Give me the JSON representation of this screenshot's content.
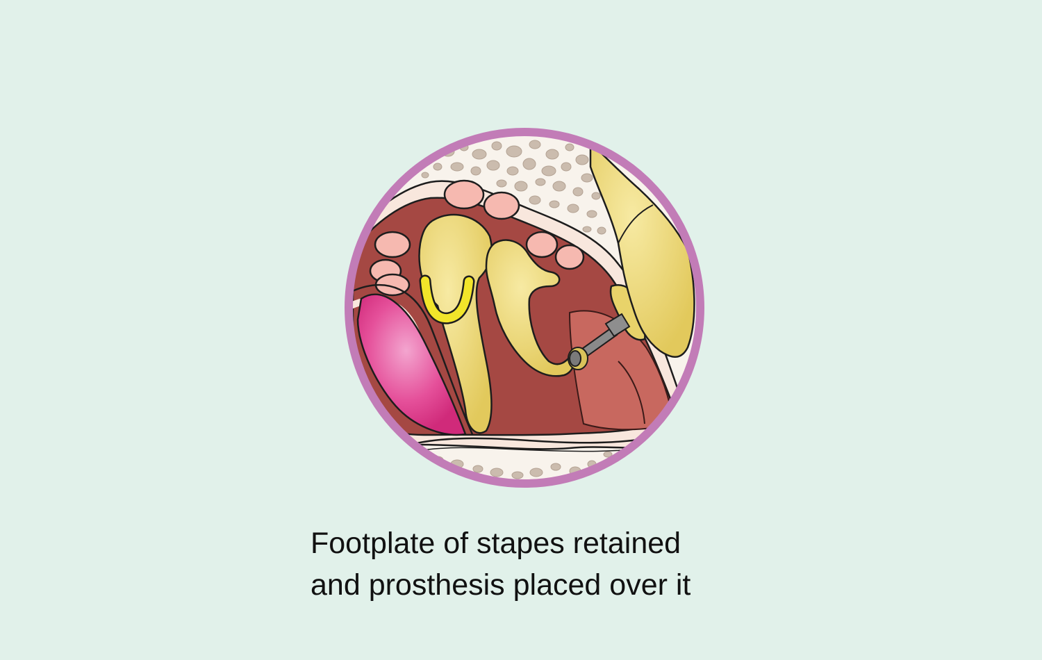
{
  "caption": {
    "line1": "Footplate of stapes retained",
    "line2": "and prosthesis placed over it"
  },
  "colors": {
    "background": "#e1f1ea",
    "frame_ring": "#c37db8",
    "bone_matrix": "#f7f2ea",
    "bone_pores": "#c9b8a8",
    "mucosa_dark": "#a8453f",
    "mucosa_light": "#c9675e",
    "ossicle": "#eedb7a",
    "ossicle_shade": "#d9bf52",
    "muscle": "#e43f8e",
    "mucosal_folds": "#f4b7ad",
    "prosthesis_piston": "#8a8a8a"
  },
  "icons": [
    "magnified-ear-view",
    "malleus",
    "incus",
    "stapes-footplate",
    "prosthesis"
  ]
}
